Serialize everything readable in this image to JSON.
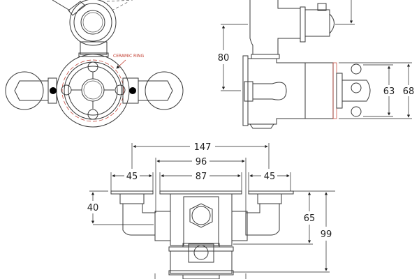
{
  "annotations": {
    "ceramic_ring": "CERAMIC RING"
  },
  "side_view": {
    "dim_80": "80",
    "dim_63": "63",
    "dim_68": "68"
  },
  "bottom_view": {
    "dim_147": "147",
    "dim_96": "96",
    "dim_87": "87",
    "dim_45_left": "45",
    "dim_45_right": "45",
    "dim_40": "40",
    "dim_65": "65",
    "dim_99": "99"
  },
  "colors": {
    "line": "#3a3a3a",
    "annotation": "#c0392b"
  }
}
